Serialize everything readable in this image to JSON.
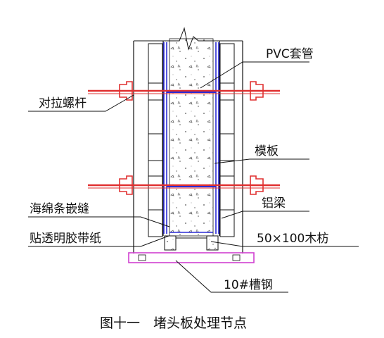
{
  "diagram": {
    "labels": {
      "pvc": "PVC套管",
      "tie_rod": "对拉螺杆",
      "formwork": "模板",
      "sponge": "海绵条嵌缝",
      "aluminum_beam": "铝梁",
      "tape": "贴透明胶带纸",
      "timber": "50×100木枋",
      "channel": "10#槽钢"
    },
    "caption": "图十一　堵头板处理节点"
  },
  "colors": {
    "formwork_blue": "#2b2bd6",
    "tie_rod_red": "#e03030",
    "channel_magenta": "#d040d0",
    "line": "#111111"
  }
}
